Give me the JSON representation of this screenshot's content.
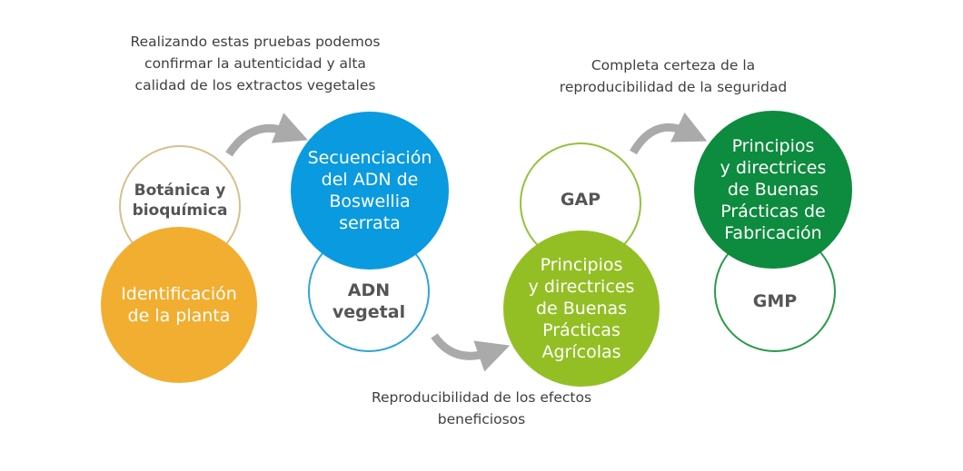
{
  "captions": {
    "top_left": [
      "Realizando estas pruebas podemos",
      "confirmar la autenticidad y alta",
      "calidad de los extractos vegetales"
    ],
    "top_right": [
      "Completa certeza de la",
      "reproducibilidad de la seguridad"
    ],
    "bottom_center": [
      "Reproducibilidad de los efectos",
      "beneficiosos"
    ]
  },
  "nodes": {
    "botanica": {
      "lines": [
        "Botánica y",
        "bioquímica"
      ],
      "color": "#d6c08d"
    },
    "identificacion": {
      "lines": [
        "Identificación",
        "de la planta"
      ],
      "color": "#f2ae30"
    },
    "secuenciacion": {
      "lines": [
        "Secuenciación",
        "del ADN de",
        "Boswellia",
        "serrata"
      ],
      "color": "#0a9ae0"
    },
    "adn_vegetal": {
      "lines": [
        "ADN",
        "vegetal"
      ],
      "color": "#2fa3db"
    },
    "gap": {
      "label": "GAP",
      "color": "#93c23a"
    },
    "buenas_agricolas": {
      "lines": [
        "Principios",
        "y directrices",
        "de Buenas",
        "Prácticas",
        "Agrícolas"
      ],
      "color": "#93bf24"
    },
    "buenas_fabricacion": {
      "lines": [
        "Principios",
        "y directrices",
        "de Buenas",
        "Prácticas de",
        "Fabricación"
      ],
      "color": "#0d8b3e"
    },
    "gmp": {
      "label": "GMP",
      "color": "#2a9a4a"
    }
  },
  "arrow_color": "#aaaaaa"
}
